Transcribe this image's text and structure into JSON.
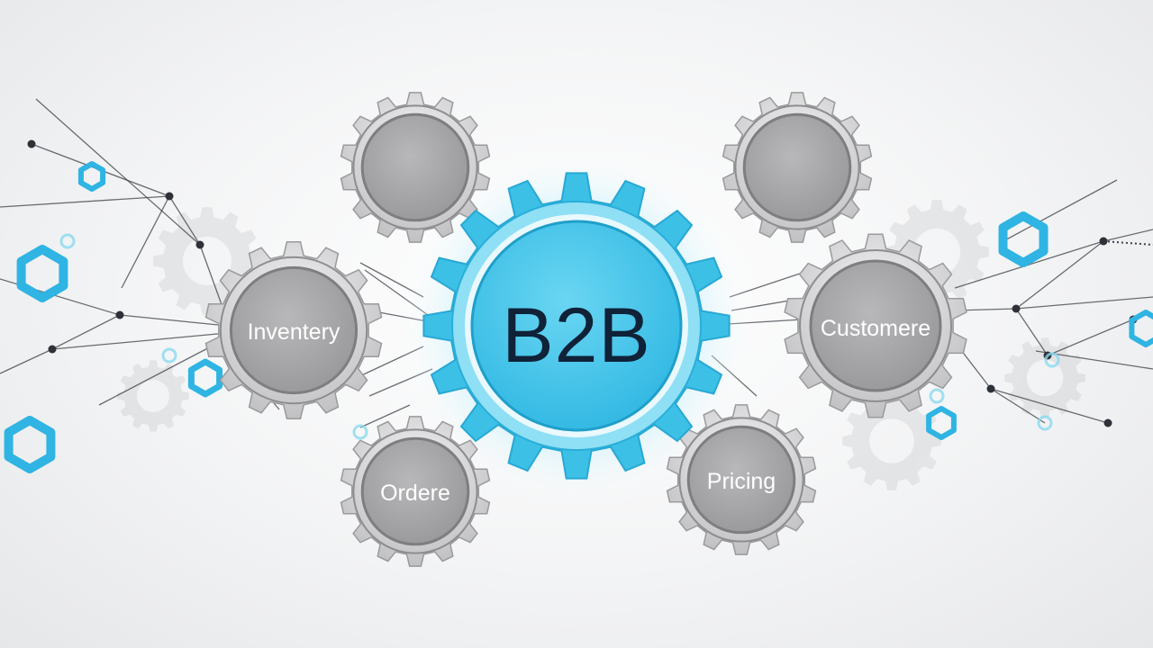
{
  "center": {
    "label": "B2B",
    "color": "#3cc0e6"
  },
  "gears": [
    {
      "label": "Inventery"
    },
    {
      "label": "Customere"
    },
    {
      "label": "Ordere"
    },
    {
      "label": "Pricing"
    },
    {
      "label": ""
    },
    {
      "label": ""
    }
  ],
  "colors": {
    "accent": "#2fb4e3",
    "gear_gray": "#a9a9ab",
    "gear_rim": "#d3d3d5",
    "network_line": "#3a3d44"
  }
}
